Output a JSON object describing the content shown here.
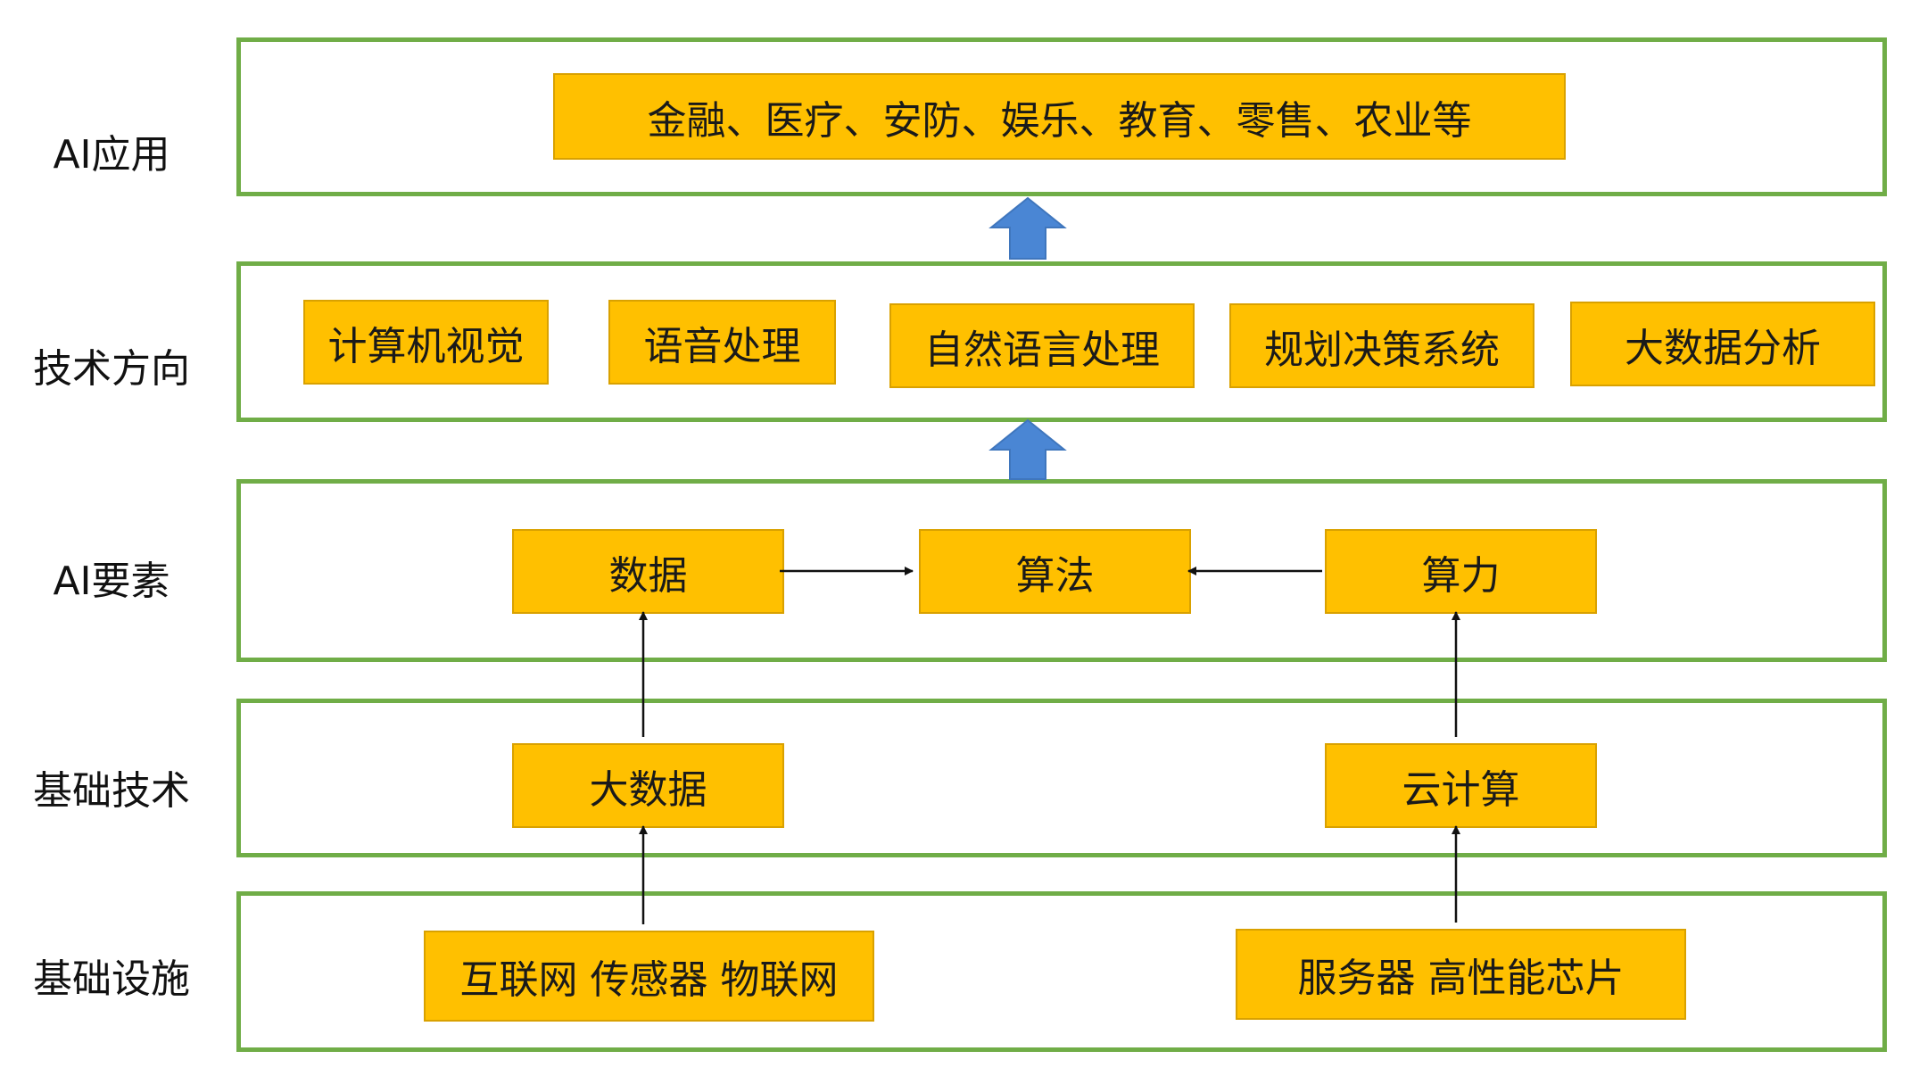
{
  "layers": [
    {
      "label": "AI应用",
      "nodes": [
        "金融、医疗、安防、娱乐、教育、零售、农业等"
      ]
    },
    {
      "label": "技术方向",
      "nodes": [
        "计算机视觉",
        "语音处理",
        "自然语言处理",
        "规划决策系统",
        "大数据分析"
      ]
    },
    {
      "label": "AI要素",
      "nodes": [
        "数据",
        "算法",
        "算力"
      ]
    },
    {
      "label": "基础技术",
      "nodes": [
        "大数据",
        "云计算"
      ]
    },
    {
      "label": "基础设施",
      "nodes": [
        "互联网 传感器 物联网",
        "服务器 高性能芯片"
      ]
    }
  ],
  "colors": {
    "layer_border": "#70ad47",
    "node_fill": "#ffc000",
    "up_arrow": "#4a86d4",
    "connector": "#111111"
  }
}
